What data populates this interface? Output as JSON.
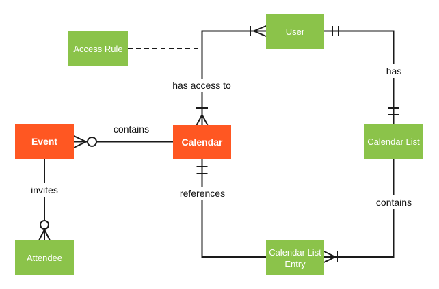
{
  "colors": {
    "entity_orange": "#FF5722",
    "entity_green": "#8BC34A",
    "entity_text": "#FFFFFF",
    "connector_line": "#1A1A1A",
    "label_text": "#111111",
    "background": "#FFFFFF"
  },
  "entities": {
    "access_rule": {
      "label": "Access Rule",
      "color": "green"
    },
    "user": {
      "label": "User",
      "color": "green"
    },
    "event": {
      "label": "Event",
      "color": "orange"
    },
    "calendar": {
      "label": "Calendar",
      "color": "orange"
    },
    "calendar_list": {
      "label": "Calendar List",
      "color": "green"
    },
    "attendee": {
      "label": "Attendee",
      "color": "green"
    },
    "calendar_list_entry": {
      "label": "Calendar List Entry",
      "color": "green"
    }
  },
  "relationships": {
    "contains_event": {
      "label": "contains",
      "from": "Calendar",
      "to": "Event",
      "marker_at_event": "zero-or-many-crow-foot-with-circle"
    },
    "invites": {
      "label": "invites",
      "from": "Event",
      "to": "Attendee",
      "marker_at_attendee": "zero-or-many-crow-foot-with-circle"
    },
    "has_access_to": {
      "label": "has access to",
      "from": "User",
      "to": "Calendar",
      "marker_at_calendar": "one-or-many-crow-foot-with-bar",
      "marker_at_user": "one-or-many-crow-foot-with-bar",
      "dashed_link_from": "Access Rule"
    },
    "has": {
      "label": "has",
      "from": "User",
      "to": "Calendar List",
      "marker_at_user": "one-and-only-one-double-bar",
      "marker_at_calendar_list": "one-and-only-one-double-bar"
    },
    "references": {
      "label": "references",
      "from": "Calendar List Entry",
      "to": "Calendar",
      "marker_at_calendar": "one-and-only-one-double-bar"
    },
    "contains_entry": {
      "label": "contains",
      "from": "Calendar List",
      "to": "Calendar List Entry",
      "marker_at_entry": "one-or-many-crow-foot-with-bar"
    }
  }
}
